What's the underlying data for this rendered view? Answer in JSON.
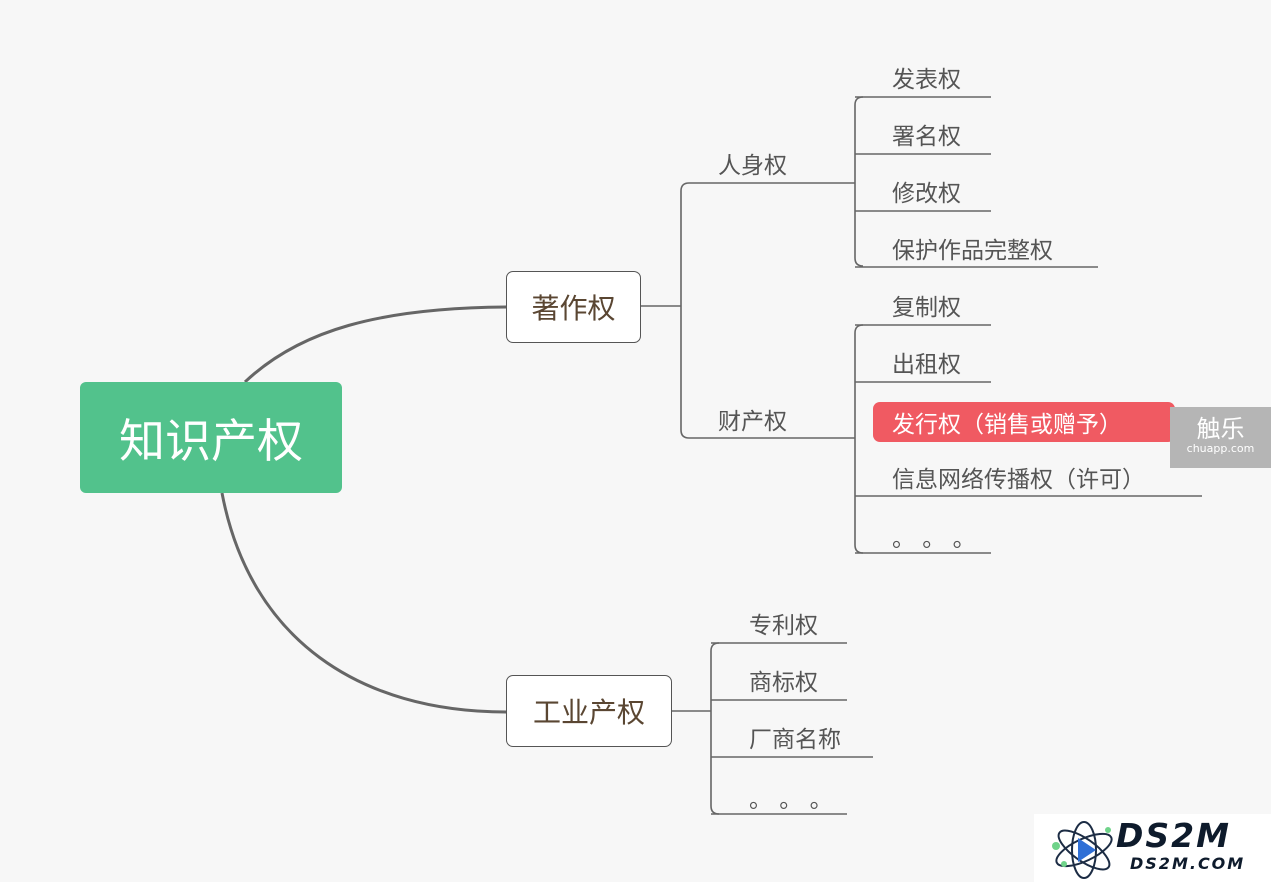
{
  "root": "知识产权",
  "copyright": {
    "label": "著作权",
    "personal": {
      "label": "人身权",
      "items": [
        "发表权",
        "署名权",
        "修改权",
        "保护作品完整权"
      ]
    },
    "property": {
      "label": "财产权",
      "items": [
        "复制权",
        "出租权",
        "发行权（销售或赠予）",
        "信息网络传播权（许可）",
        "。 。 。"
      ],
      "highlighted_item": "发行权（销售或赠予）"
    }
  },
  "industrial": {
    "label": "工业产权",
    "items": [
      "专利权",
      "商标权",
      "厂商名称",
      "。 。 。"
    ]
  },
  "watermarks": {
    "chuapp_logo": "触乐",
    "chuapp_url": "chuapp.com",
    "ds2m_logo": "DS2M",
    "ds2m_url": "DS2M.COM"
  },
  "colors": {
    "root_fill": "#52c28c",
    "highlight_fill": "#f05a62",
    "line": "#666666"
  }
}
